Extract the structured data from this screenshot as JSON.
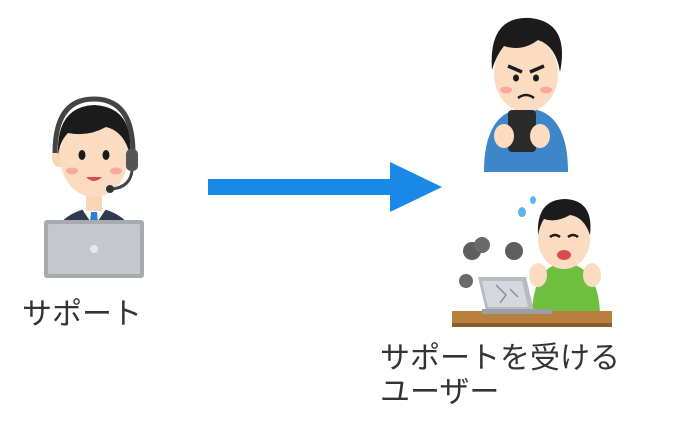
{
  "diagram": {
    "source_label": "サポート",
    "target_label_line1": "サポートを受ける",
    "target_label_line2": "ユーザー",
    "arrow_color": "#1a88e6"
  },
  "icons": {
    "support_agent": "support-agent-headset-laptop-icon",
    "user_phone": "frustrated-user-smartphone-icon",
    "user_laptop": "panicked-user-broken-laptop-icon"
  }
}
